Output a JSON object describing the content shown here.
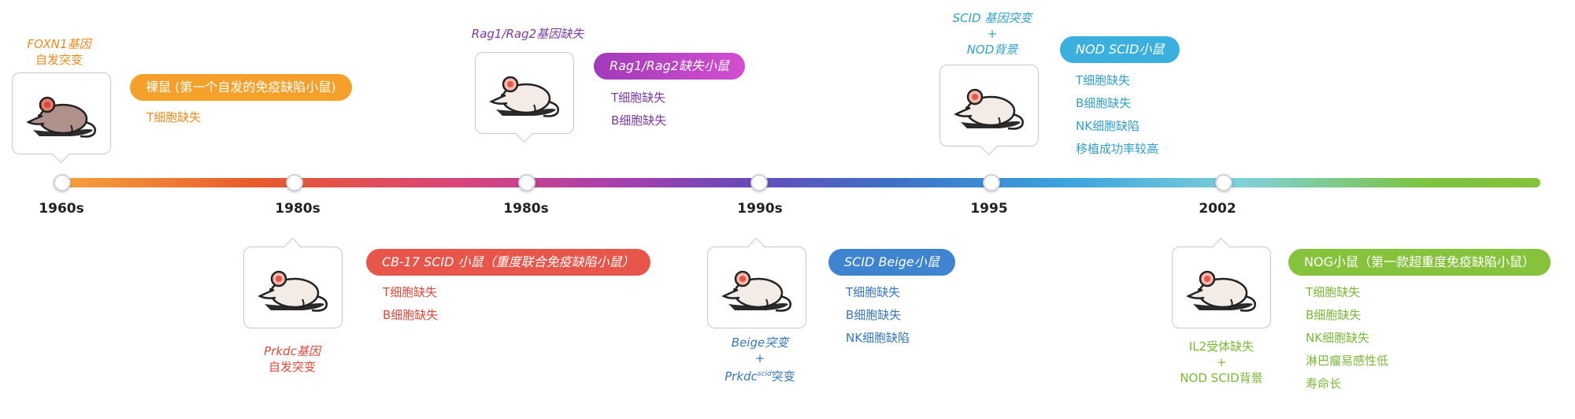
{
  "years": [
    "1960s",
    "1980s",
    "1980s",
    "1990s",
    "1995",
    "2002"
  ],
  "events": [
    {
      "pill": "裸鼠 (第一个自发的免疫缺陷小鼠)",
      "traits": [
        "T细胞缺失"
      ],
      "cause_gene": "FOXN1基因",
      "cause_rest": "自发突变"
    },
    {
      "pill": "CB-17 SCID 小鼠（重度联合免疫缺陷小鼠）",
      "traits": [
        "T细胞缺失",
        "B细胞缺失"
      ],
      "cause_gene": "Prkdc基因",
      "cause_rest": "自发突变"
    },
    {
      "pill": "Rag1/Rag2缺失小鼠",
      "traits": [
        "T细胞缺失",
        "B细胞缺失"
      ],
      "cause_gene": "Rag1/Rag2基因缺失"
    },
    {
      "pill": "SCID Beige小鼠",
      "traits": [
        "T细胞缺失",
        "B细胞缺失",
        "NK细胞缺陷"
      ],
      "cause_line1": "Beige突变",
      "cause_plus": "+",
      "cause_gene": "Prkdc",
      "cause_sup": "scid",
      "cause_rest": "突变"
    },
    {
      "pill": "NOD SCID小鼠",
      "traits": [
        "T细胞缺失",
        "B细胞缺失",
        "NK细胞缺陷",
        "移植成功率较高"
      ],
      "cause_line1": "SCID 基因突变",
      "cause_plus": "+",
      "cause_line3": "NOD背景"
    },
    {
      "pill": "NOG小鼠（第一款超重度免疫缺陷小鼠）",
      "traits": [
        "T细胞缺失",
        "B细胞缺失",
        "NK细胞缺失",
        "淋巴瘤易感性低",
        "寿命长"
      ],
      "cause_line1": "IL2受体缺失",
      "cause_plus": "+",
      "cause_line3": "NOD SCID背景"
    }
  ],
  "colors": {
    "e0": "#ef8a1f",
    "e0_pill": "#f5a02a",
    "e1": "#e0483a",
    "e1_pill": "#e8554a",
    "e2": "#7b3aa3",
    "e2_pill": "#b03bc0",
    "e3": "#3676c1",
    "e3_pill": "#3f84d0",
    "e4": "#2fa1cc",
    "e4_pill": "#3bb0de",
    "e5": "#78b934",
    "e5_pill": "#86c23c"
  },
  "icons": [
    "mouse-nude-icon",
    "mouse-icon"
  ]
}
